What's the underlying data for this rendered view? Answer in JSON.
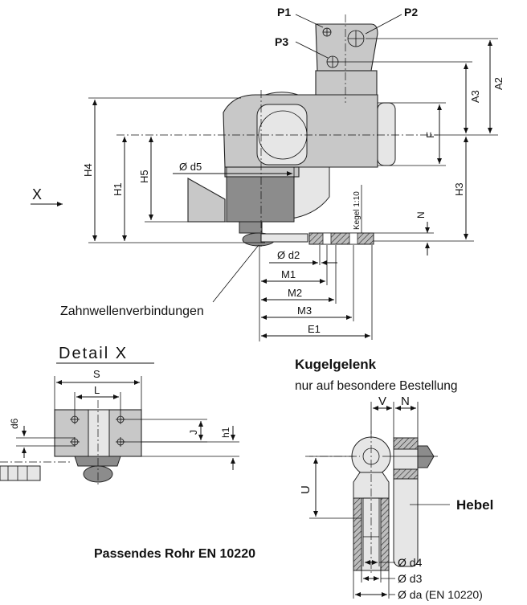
{
  "labels": {
    "p1": "P1",
    "p2": "P2",
    "p3": "P3",
    "a2": "A2",
    "a3": "A3",
    "f": "F",
    "h1": "H1",
    "h3": "H3",
    "h4": "H4",
    "h5": "H5",
    "d5": "Ø d5",
    "x_arrow": "X",
    "kegel": "Kegel 1:10",
    "n_top": "N",
    "d2": "Ø d2",
    "m1": "M1",
    "m2": "M2",
    "m3": "M3",
    "e1": "E1",
    "zahnwellen": "Zahnwellenverbindungen",
    "detail_x": "Detail X",
    "s": "S",
    "l": "L",
    "d6": "d6",
    "j": "J",
    "h1_detail": "h1",
    "kugelgelenk_title": "Kugelgelenk",
    "kugelgelenk_note": "nur auf besondere Bestellung",
    "v": "V",
    "n_kugel": "N",
    "u": "U",
    "hebel": "Hebel",
    "passendes_rohr": "Passendes Rohr EN 10220",
    "d4": "Ø d4",
    "d3": "Ø d3",
    "da": "Ø da (EN 10220)"
  }
}
